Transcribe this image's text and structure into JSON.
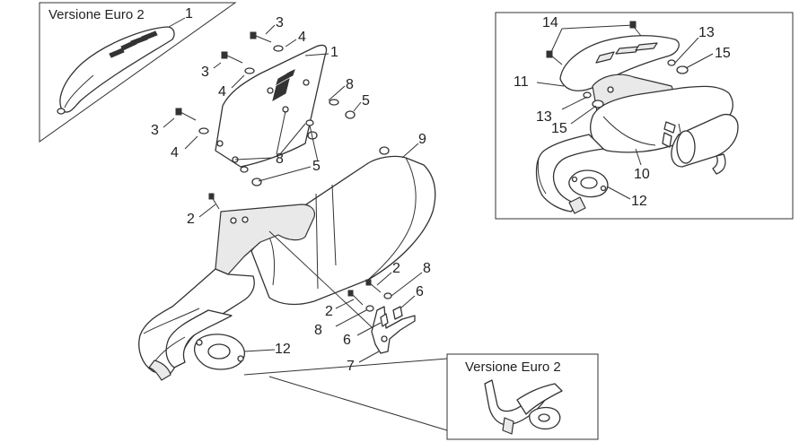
{
  "insets": {
    "top_left_caption": "Versione Euro 2",
    "bottom_caption": "Versione Euro 2"
  },
  "callouts": {
    "c_tl_1": "1",
    "c_a3": "3",
    "c_a4": "4",
    "c_a1": "1",
    "c_b3": "3",
    "c_b4": "4",
    "c_b8": "8",
    "c_b5": "5",
    "c_c3": "3",
    "c_c4": "4",
    "c_c8": "8",
    "c_c5": "5",
    "c_9": "9",
    "c_2a": "2",
    "c_2b": "2",
    "c_8a": "8",
    "c_6a": "6",
    "c_2c": "2",
    "c_8b": "8",
    "c_6b": "6",
    "c_7": "7",
    "c_12a": "12",
    "c_r14": "14",
    "c_r13a": "13",
    "c_r15a": "15",
    "c_r11": "11",
    "c_r13b": "13",
    "c_r15b": "15",
    "c_r10": "10",
    "c_r12": "12"
  }
}
